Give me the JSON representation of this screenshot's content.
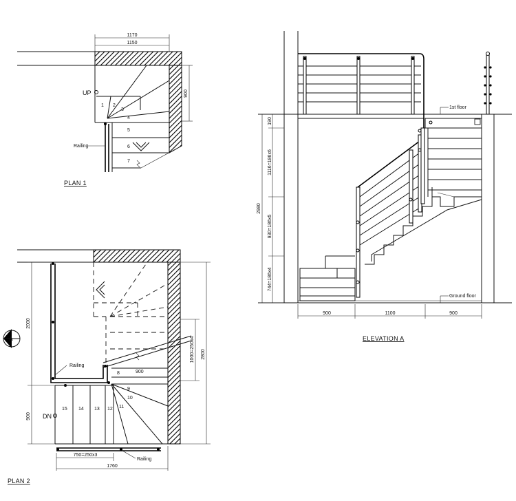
{
  "plan1": {
    "title": "PLAN 1",
    "dim_outer": "1170",
    "dim_inner": "1150",
    "dim_side": "900",
    "up_label": "UP",
    "railing_label": "Railing",
    "steps": [
      "1",
      "2",
      "3",
      "4",
      "5",
      "6",
      "7"
    ]
  },
  "plan2": {
    "title": "PLAN 2",
    "railing_label_top": "Railing",
    "railing_label_bottom": "Railing",
    "dn_label": "DN",
    "dim_2000": "2000",
    "dim_900_left": "900",
    "dim_900_step": "900",
    "dim_riser": "1000=250x4",
    "dim_2800": "2800",
    "dim_750": "750=250x3",
    "dim_1760": "1760",
    "section_marker": "A",
    "steps_upper": [
      "8",
      "9",
      "10",
      "11"
    ],
    "steps_lower": [
      "15",
      "14",
      "13",
      "12"
    ]
  },
  "elevation": {
    "title": "ELEVATION A",
    "first_floor": "1st floor",
    "ground_floor": "Ground floor",
    "dim_total": "2980",
    "dim_seg1": "190",
    "dim_seg2": "1116=186x6",
    "dim_seg3": "930=186x5",
    "dim_seg4": "744=186x4",
    "dim_bottom": [
      "900",
      "1100",
      "900"
    ]
  }
}
